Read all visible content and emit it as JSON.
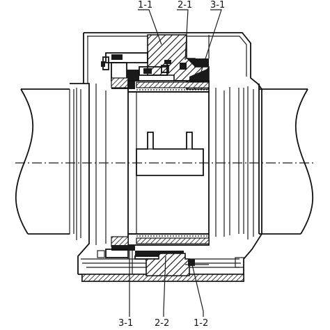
{
  "labels": {
    "top": [
      "1-1",
      "2-1",
      "3-1"
    ],
    "bottom": [
      "3-1",
      "2-2",
      "1-2"
    ]
  }
}
